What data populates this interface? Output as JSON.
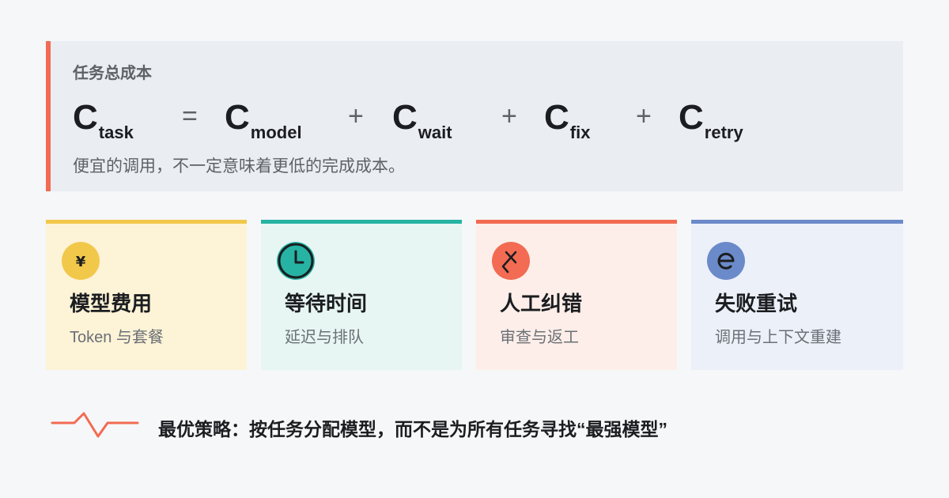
{
  "formula": {
    "title": "任务总成本",
    "terms": [
      {
        "base": "C",
        "sub": "task"
      },
      {
        "base": "C",
        "sub": "model"
      },
      {
        "base": "C",
        "sub": "wait"
      },
      {
        "base": "C",
        "sub": "fix"
      },
      {
        "base": "C",
        "sub": "retry"
      }
    ],
    "operators": [
      "=",
      "+",
      "+",
      "+"
    ],
    "subtitle": "便宜的调用，不一定意味着更低的完成成本。",
    "accent_color": "#f26b52"
  },
  "cards": [
    {
      "title": "模型费用",
      "subtitle": "Token 与套餐",
      "icon": "yen-icon",
      "icon_glyph": "¥",
      "accent": "#f2c84b",
      "background": "#fdf3d7"
    },
    {
      "title": "等待时间",
      "subtitle": "延迟与排队",
      "icon": "clock-icon",
      "accent": "#26b3a3",
      "background": "#e7f6f3"
    },
    {
      "title": "人工纠错",
      "subtitle": "审查与返工",
      "icon": "edit-fix-icon",
      "accent": "#f26b52",
      "background": "#fdeee9"
    },
    {
      "title": "失败重试",
      "subtitle": "调用与上下文重建",
      "icon": "retry-icon",
      "accent": "#6b8ac9",
      "background": "#ecf0f9"
    }
  ],
  "footer": {
    "icon": "pulse-icon",
    "text": "最优策略：按任务分配模型，而不是为所有任务寻找“最强模型”",
    "accent": "#f26b52"
  }
}
